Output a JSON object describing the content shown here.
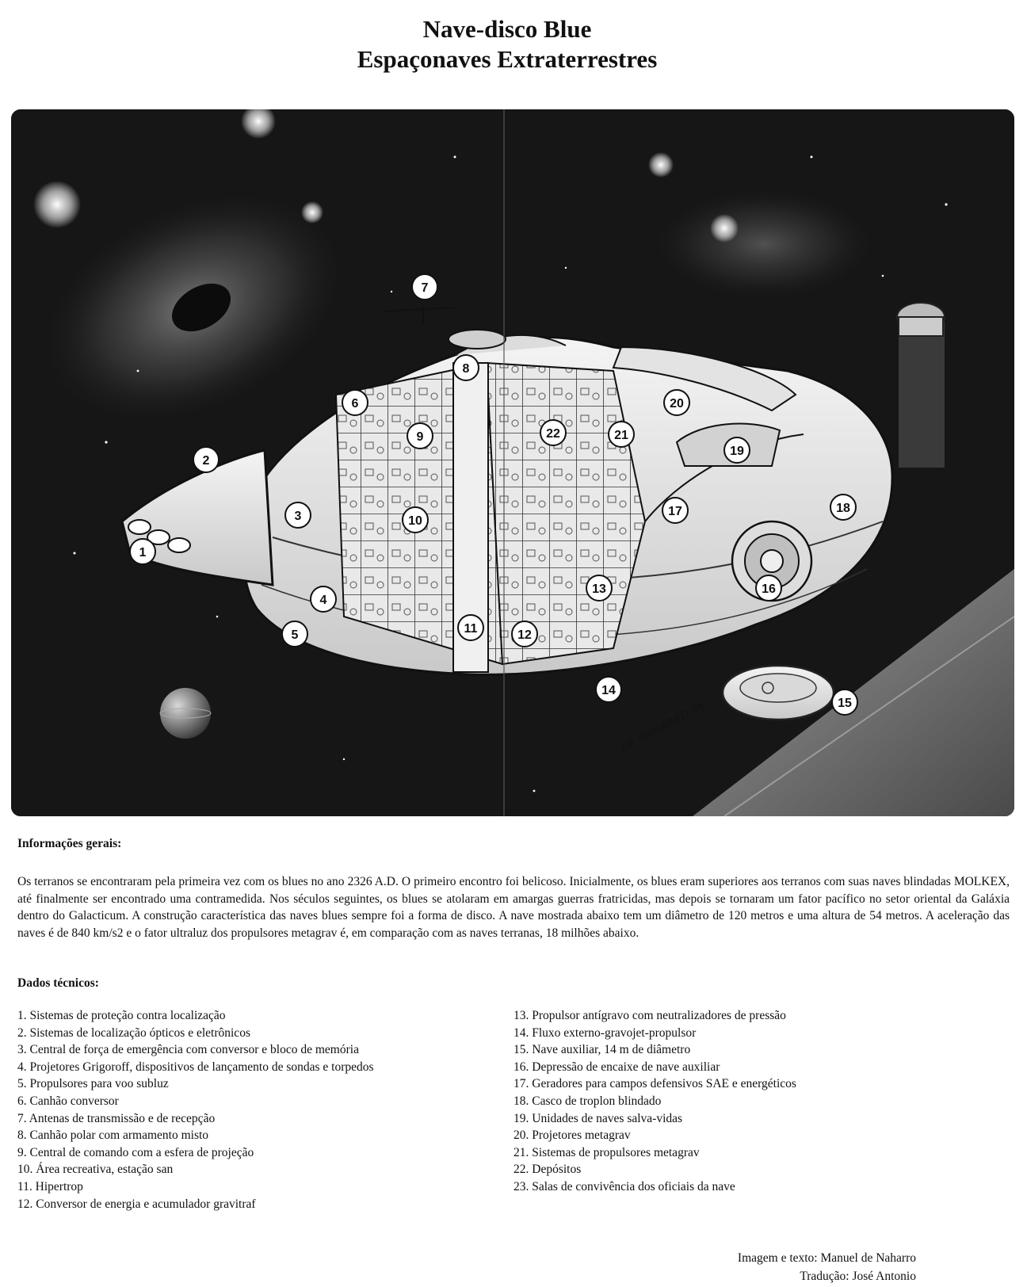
{
  "header": {
    "title_line1": "Nave-disco Blue",
    "title_line2": "Espaçonaves Extraterrestres"
  },
  "illustration": {
    "signature": "DE NAHARRO 86",
    "callouts": [
      "1",
      "2",
      "3",
      "4",
      "5",
      "6",
      "7",
      "8",
      "9",
      "10",
      "11",
      "12",
      "13",
      "14",
      "15",
      "16",
      "17",
      "18",
      "19",
      "20",
      "21",
      "22"
    ]
  },
  "general_info": {
    "heading": "Informações gerais:",
    "paragraph": "Os terranos se encontraram pela primeira vez com os blues no ano 2326 A.D. O primeiro encontro foi belicoso. Inicialmente, os blues eram superiores aos terranos com suas naves blindadas MOLKEX, até finalmente ser encontrado uma contramedida. Nos séculos seguintes, os blues se atolaram em amargas guerras fratricidas, mas depois se tornaram um fator pacífico no setor oriental da Galáxia dentro do Galacticum. A construção característica das naves blues sempre foi a forma de disco. A nave mostrada abaixo tem um diâmetro de 120 metros e uma altura de 54 metros. A aceleração das naves é de 840 km/s2 e o fator ultraluz dos propulsores metagrav é, em comparação com as naves terranas, 18 milhões abaixo."
  },
  "technical_data": {
    "heading": "Dados técnicos:",
    "left_items": [
      "1. Sistemas de proteção contra localização",
      "2. Sistemas de localização ópticos e eletrônicos",
      "3. Central de força de emergência com conversor e bloco de memória",
      "4. Projetores Grigoroff, dispositivos de lançamento de sondas e torpedos",
      "5. Propulsores para voo subluz",
      "6. Canhão conversor",
      "7. Antenas de transmissão e de recepção",
      "8. Canhão polar com armamento misto",
      "9. Central de comando com a esfera de projeção",
      "10. Área recreativa, estação san",
      "11. Hipertrop",
      "12. Conversor de energia e acumulador gravitraf"
    ],
    "right_items": [
      "13. Propulsor antígravo com neutralizadores de pressão",
      "14. Fluxo externo-gravojet-propulsor",
      "15. Nave auxiliar, 14 m de diâmetro",
      "16. Depressão de encaixe de nave auxiliar",
      "17. Geradores para campos defensivos SAE e energéticos",
      "18. Casco de troplon blindado",
      "19. Unidades de naves salva-vidas",
      "20. Projetores metagrav",
      "21. Sistemas de propulsores metagrav",
      "22. Depósitos",
      "23. Salas de convivência dos oficiais da nave"
    ]
  },
  "credits": {
    "line1": "Imagem e texto: Manuel de Naharro",
    "line2": "Tradução: José Antonio"
  }
}
